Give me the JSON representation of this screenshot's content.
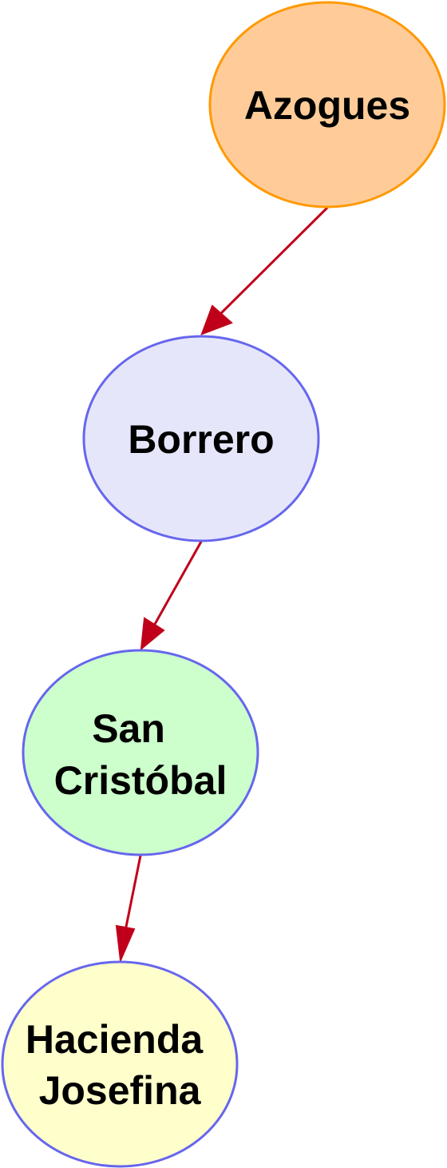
{
  "diagram": {
    "type": "directed-graph",
    "colors": {
      "edge": "#c0001a",
      "node_default_stroke": "#6666ee",
      "azogues_fill": "#ffcc99",
      "azogues_stroke": "#ff9900",
      "borrero_fill": "#e6e6fa",
      "san_cristobal_fill": "#ccffcc",
      "hacienda_josefina_fill": "#ffffcc"
    },
    "nodes": [
      {
        "id": "azogues",
        "lines": [
          "Azogues"
        ]
      },
      {
        "id": "borrero",
        "lines": [
          "Borrero"
        ]
      },
      {
        "id": "san-cristobal",
        "lines": [
          "San",
          "Cristóbal"
        ]
      },
      {
        "id": "hacienda-josefina",
        "lines": [
          "Hacienda",
          "Josefina"
        ]
      }
    ],
    "edges": [
      {
        "from": "azogues",
        "to": "borrero"
      },
      {
        "from": "borrero",
        "to": "san-cristobal"
      },
      {
        "from": "san-cristobal",
        "to": "hacienda-josefina"
      }
    ]
  }
}
